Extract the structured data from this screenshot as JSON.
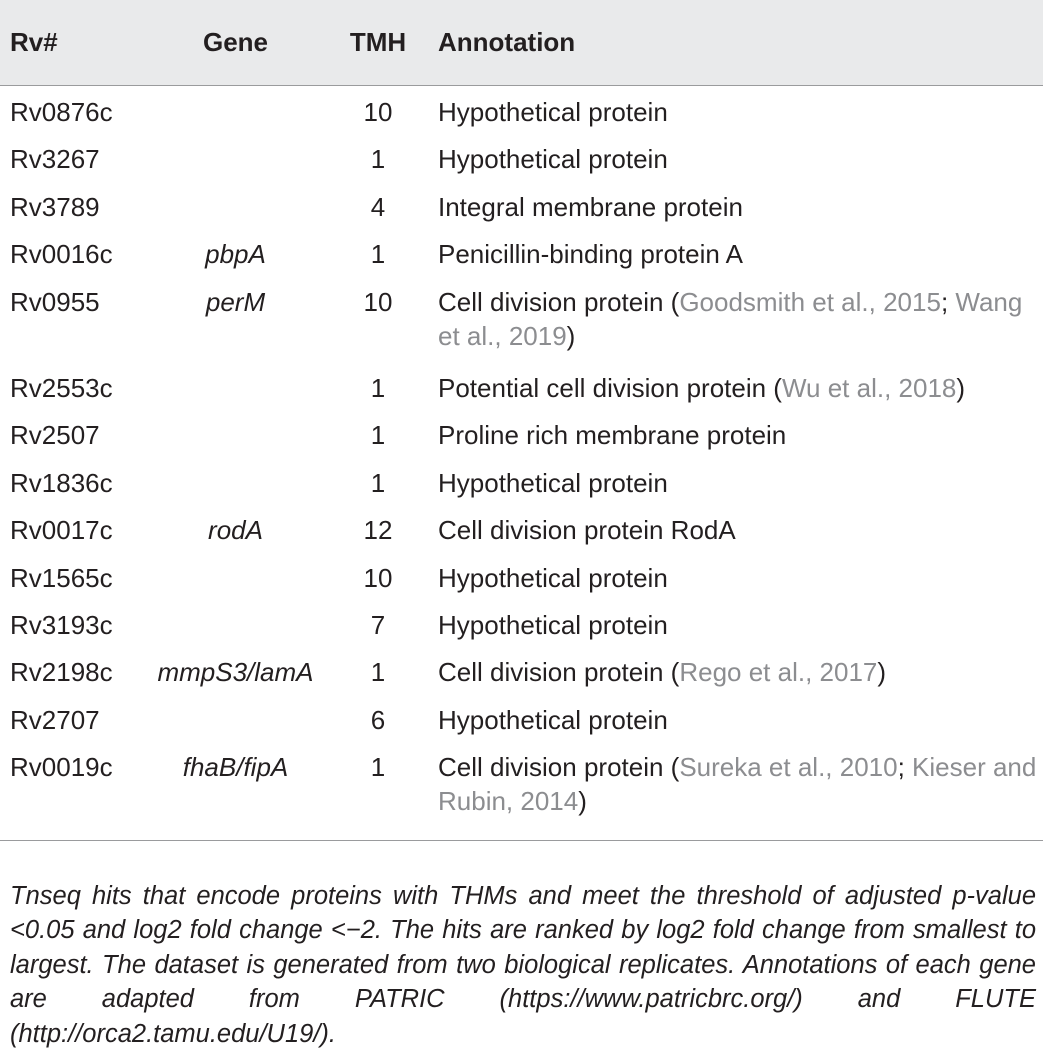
{
  "table": {
    "headers": {
      "rv": "Rv#",
      "gene": "Gene",
      "tmh": "TMH",
      "annotation": "Annotation"
    },
    "rows": [
      {
        "rv": "Rv0876c",
        "gene": "",
        "tmh": "10",
        "annotation": [
          {
            "text": "Hypothetical protein",
            "ref": false
          }
        ]
      },
      {
        "rv": "Rv3267",
        "gene": "",
        "tmh": "1",
        "annotation": [
          {
            "text": "Hypothetical protein",
            "ref": false
          }
        ]
      },
      {
        "rv": "Rv3789",
        "gene": "",
        "tmh": "4",
        "annotation": [
          {
            "text": "Integral membrane protein",
            "ref": false
          }
        ]
      },
      {
        "rv": "Rv0016c",
        "gene": "pbpA",
        "tmh": "1",
        "annotation": [
          {
            "text": "Penicillin-binding protein A",
            "ref": false
          }
        ]
      },
      {
        "rv": "Rv0955",
        "gene": "perM",
        "tmh": "10",
        "annotation": [
          {
            "text": "Cell division protein (",
            "ref": false
          },
          {
            "text": "Goodsmith et al., 2015",
            "ref": true
          },
          {
            "text": "; ",
            "ref": false
          },
          {
            "text": "Wang et al., 2019",
            "ref": true
          },
          {
            "text": ")",
            "ref": false
          }
        ]
      },
      {
        "rv": "Rv2553c",
        "gene": "",
        "tmh": "1",
        "annotation": [
          {
            "text": "Potential cell division protein (",
            "ref": false
          },
          {
            "text": "Wu et al., 2018",
            "ref": true
          },
          {
            "text": ")",
            "ref": false
          }
        ]
      },
      {
        "rv": "Rv2507",
        "gene": "",
        "tmh": "1",
        "annotation": [
          {
            "text": "Proline rich membrane protein",
            "ref": false
          }
        ]
      },
      {
        "rv": "Rv1836c",
        "gene": "",
        "tmh": "1",
        "annotation": [
          {
            "text": "Hypothetical protein",
            "ref": false
          }
        ]
      },
      {
        "rv": "Rv0017c",
        "gene": "rodA",
        "tmh": "12",
        "annotation": [
          {
            "text": "Cell division protein RodA",
            "ref": false
          }
        ]
      },
      {
        "rv": "Rv1565c",
        "gene": "",
        "tmh": "10",
        "annotation": [
          {
            "text": "Hypothetical protein",
            "ref": false
          }
        ]
      },
      {
        "rv": "Rv3193c",
        "gene": "",
        "tmh": "7",
        "annotation": [
          {
            "text": "Hypothetical protein",
            "ref": false
          }
        ]
      },
      {
        "rv": "Rv2198c",
        "gene": "mmpS3/lamA",
        "tmh": "1",
        "annotation": [
          {
            "text": "Cell division protein (",
            "ref": false
          },
          {
            "text": "Rego et al., 2017",
            "ref": true
          },
          {
            "text": ")",
            "ref": false
          }
        ]
      },
      {
        "rv": "Rv2707",
        "gene": "",
        "tmh": "6",
        "annotation": [
          {
            "text": "Hypothetical protein",
            "ref": false
          }
        ]
      },
      {
        "rv": "Rv0019c",
        "gene": "fhaB/fipA",
        "tmh": "1",
        "annotation": [
          {
            "text": "Cell division protein (",
            "ref": false
          },
          {
            "text": "Sureka et al., 2010",
            "ref": true
          },
          {
            "text": "; ",
            "ref": false
          },
          {
            "text": "Kieser and Rubin, 2014",
            "ref": true
          },
          {
            "text": ")",
            "ref": false
          }
        ]
      }
    ]
  },
  "caption": "Tnseq hits that encode proteins with THMs and meet the threshold of adjusted p-value <0.05 and log2 fold change <−2. The hits are ranked by log2 fold change from smallest to largest. The dataset is generated from two biological replicates. Annotations of each gene are adapted from PATRIC (https://www.patricbrc.org/) and FLUTE (http://orca2.tamu.edu/U19/).",
  "colors": {
    "header_bg": "#e9eaeb",
    "text": "#231f20",
    "reference": "#8c8d90",
    "rule": "#9a9b9d"
  }
}
